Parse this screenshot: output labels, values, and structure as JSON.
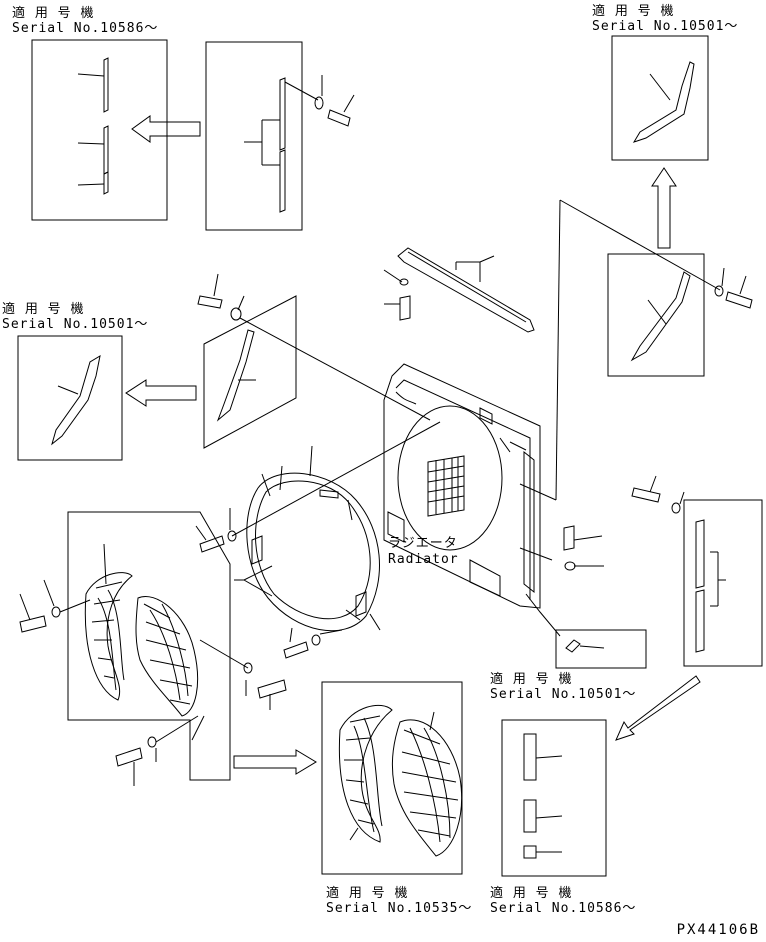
{
  "labels": {
    "top_left": {
      "jp": "適 用 号 機",
      "serial": "Serial No.10586～"
    },
    "top_right": {
      "jp": "適 用 号 機",
      "serial": "Serial No.10501～"
    },
    "mid_left": {
      "jp": "適 用 号 機",
      "serial": "Serial No.10501～"
    },
    "mid_right": {
      "jp": "適 用 号 機",
      "serial": "Serial No.10501～"
    },
    "bottom_center": {
      "jp": "適 用 号 機",
      "serial": "Serial No.10535～"
    },
    "bottom_right": {
      "jp": "適 用 号 機",
      "serial": "Serial No.10586～"
    }
  },
  "radiator": {
    "jp": "ラジエータ",
    "en": "Radiator"
  },
  "drawing_code": "PX44106B",
  "colors": {
    "line": "#000000",
    "background": "#ffffff"
  }
}
